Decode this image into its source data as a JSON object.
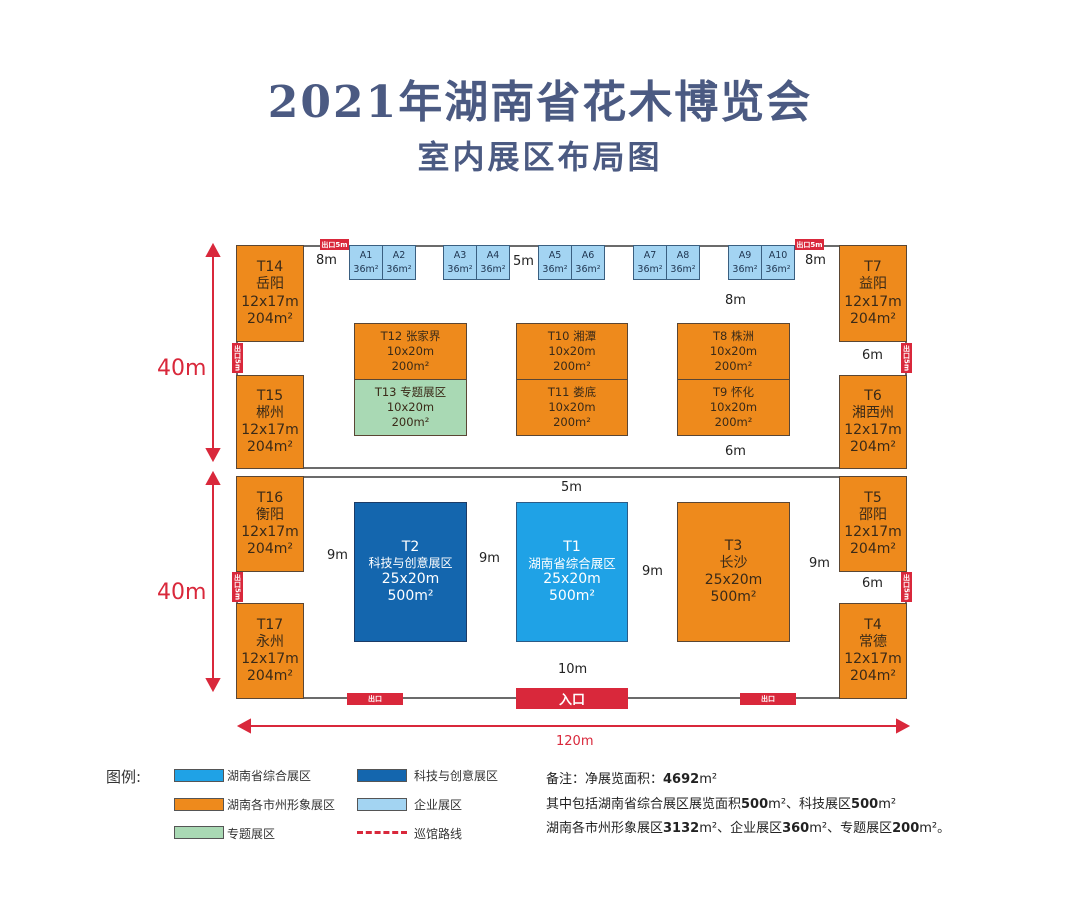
{
  "title": "2021年湖南省花木博览会",
  "subtitle": "室内展区布局图",
  "booths": {
    "T14": [
      "T14",
      "岳阳",
      "12x17m",
      "204m²"
    ],
    "T15": [
      "T15",
      "郴州",
      "12x17m",
      "204m²"
    ],
    "T16": [
      "T16",
      "衡阳",
      "12x17m",
      "204m²"
    ],
    "T17": [
      "T17",
      "永州",
      "12x17m",
      "204m²"
    ],
    "T7": [
      "T7",
      "益阳",
      "12x17m",
      "204m²"
    ],
    "T6": [
      "T6",
      "湘西州",
      "12x17m",
      "204m²"
    ],
    "T5": [
      "T5",
      "邵阳",
      "12x17m",
      "204m²"
    ],
    "T4": [
      "T4",
      "常德",
      "12x17m",
      "204m²"
    ],
    "T12": [
      "T12 张家界",
      "10x20m",
      "200m²"
    ],
    "T13": [
      "T13 专题展区",
      "10x20m",
      "200m²"
    ],
    "T10": [
      "T10 湘潭",
      "10x20m",
      "200m²"
    ],
    "T11": [
      "T11 娄底",
      "10x20m",
      "200m²"
    ],
    "T8": [
      "T8 株洲",
      "10x20m",
      "200m²"
    ],
    "T9": [
      "T9 怀化",
      "10x20m",
      "200m²"
    ],
    "T2": [
      "T2",
      "科技与创意展区",
      "25x20m",
      "500m²"
    ],
    "T1": [
      "T1",
      "湖南省综合展区",
      "25x20m",
      "500m²"
    ],
    "T3": [
      "T3",
      "长沙",
      "25x20m",
      "500m²"
    ]
  },
  "a_booths": [
    [
      "A1",
      "36m²"
    ],
    [
      "A2",
      "36m²"
    ],
    [
      "A3",
      "36m²"
    ],
    [
      "A4",
      "36m²"
    ],
    [
      "A5",
      "36m²"
    ],
    [
      "A6",
      "36m²"
    ],
    [
      "A7",
      "36m²"
    ],
    [
      "A8",
      "36m²"
    ],
    [
      "A9",
      "36m²"
    ],
    [
      "A10",
      "36m²"
    ]
  ],
  "dims": {
    "d1": "8m",
    "d2": "5m",
    "d3": "8m",
    "d4": "8m",
    "d5": "6m",
    "d6": "6m",
    "d7": "5m",
    "d8": "9m",
    "d9": "9m",
    "d10": "9m",
    "d11": "9m",
    "d12": "6m",
    "d13": "10m"
  },
  "height_label": "40m",
  "width_label": "120m",
  "exit_5m": "出口5m",
  "exit": "出口",
  "entrance": "入口",
  "legend": {
    "title": "图例:",
    "items": [
      "湖南省综合展区",
      "科技与创意展区",
      "湖南各市州形象展区",
      "企业展区",
      "专题展区",
      "巡馆路线"
    ]
  },
  "notes": {
    "line1_prefix": "备注：净展览面积：",
    "line1_value": "4692",
    "unit": "m²",
    "line2_a": "其中包括湖南省综合展区展览面积",
    "line2_v1": "500",
    "line2_b": "、科技展区",
    "line2_v2": "500",
    "line3_a": "湖南各市州形象展区",
    "line3_v1": "3132",
    "line3_b": "、企业展区",
    "line3_v2": "360",
    "line3_c": "、专题展区",
    "line3_v3": "200",
    "line3_end": "。"
  },
  "colors": {
    "orange": "#ee8a1c",
    "t1": "#1fa2e6",
    "t2": "#1466ae",
    "enterprise": "#a3d4f2",
    "green": "#a9d9b4",
    "red": "#d9283b",
    "title": "#4b5a82"
  }
}
